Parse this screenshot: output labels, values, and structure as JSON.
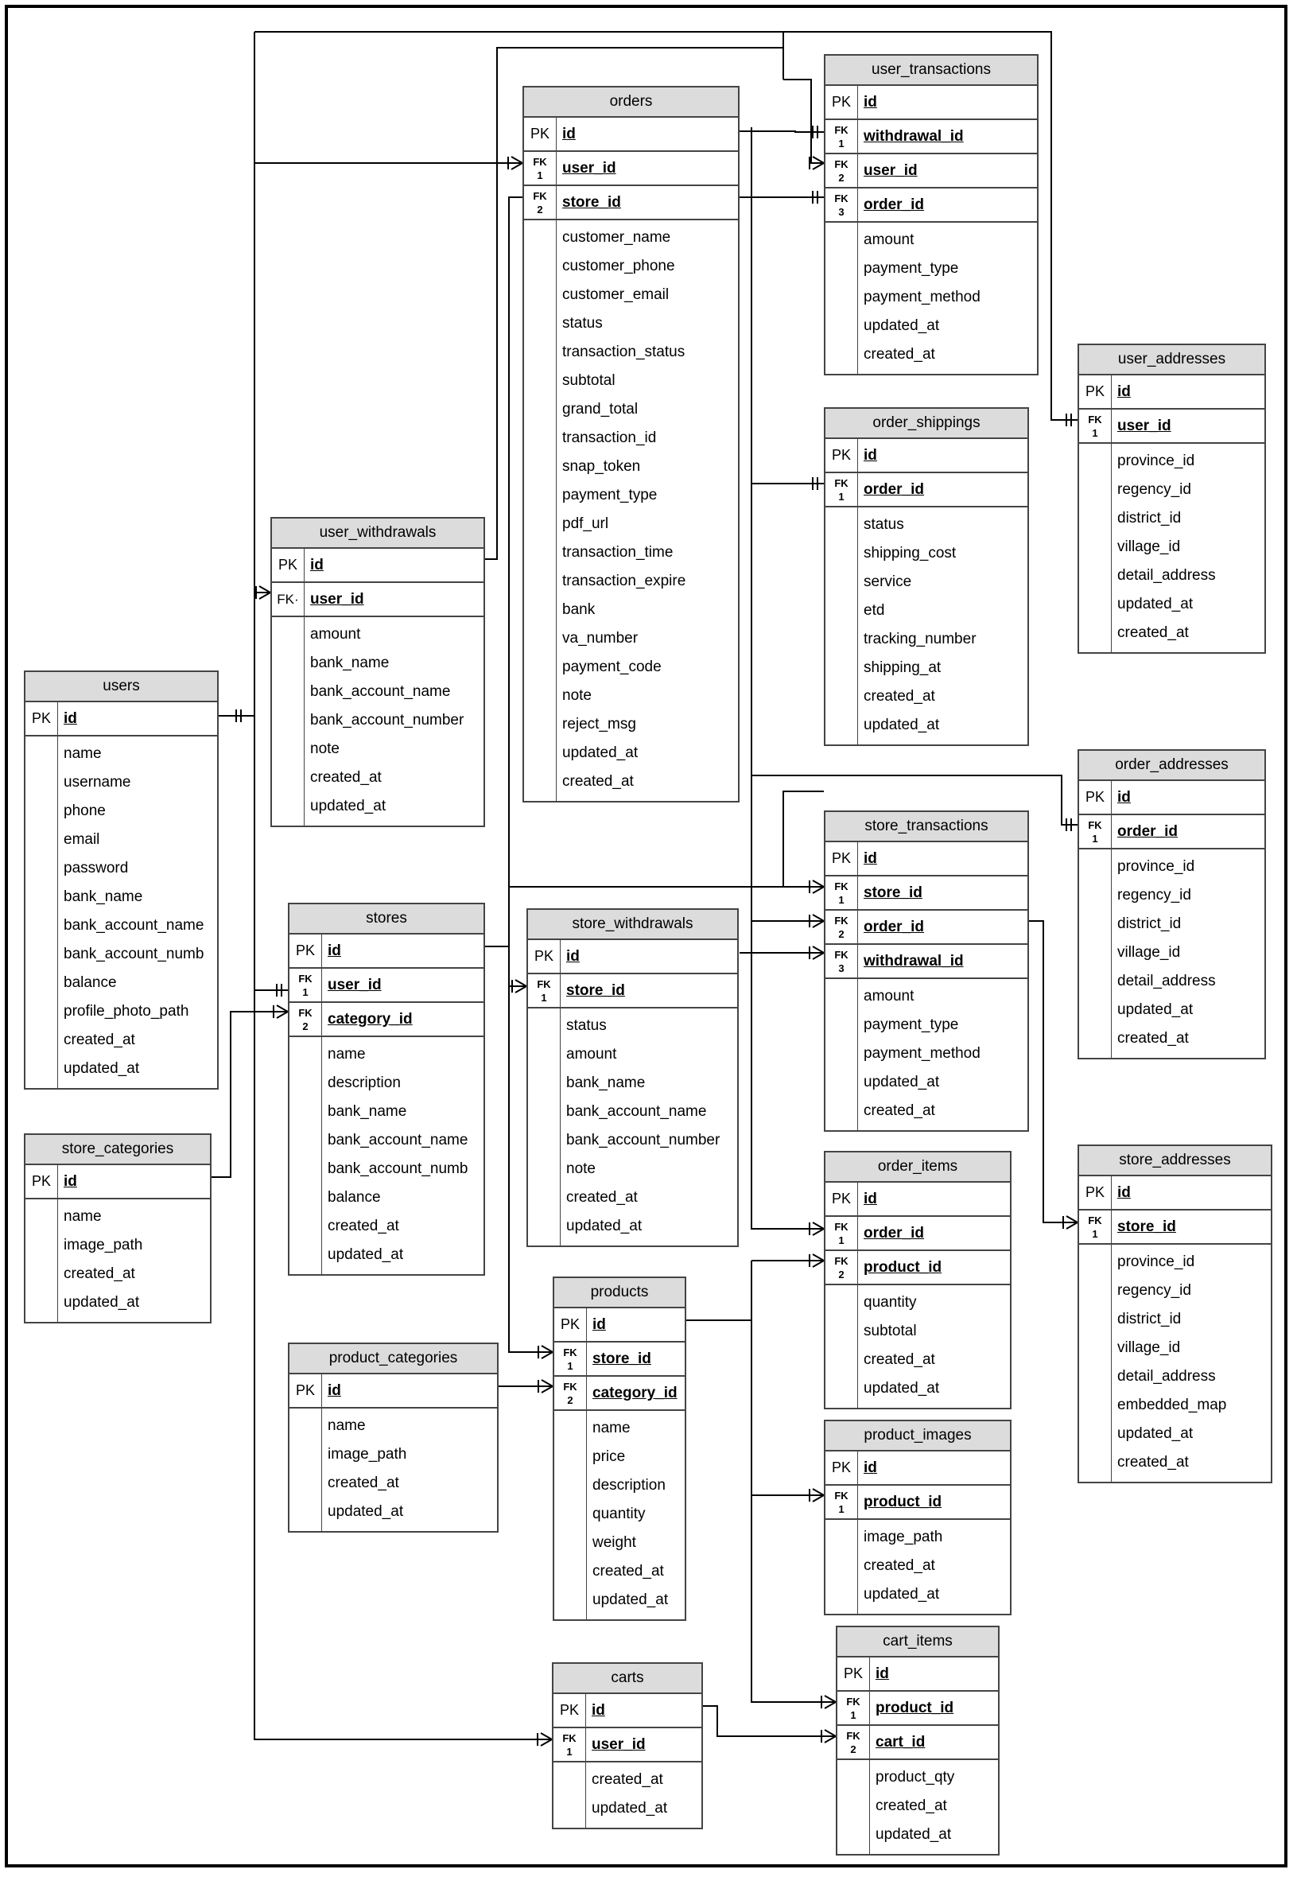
{
  "tables": [
    {
      "name": "orders",
      "fields": [
        [
          "PK",
          "id"
        ],
        [
          "FK\n1",
          "user_id"
        ],
        [
          "FK\n2",
          "store_id"
        ]
      ],
      "attrs": [
        "customer_name",
        "customer_phone",
        "customer_email",
        "status",
        "transaction_status",
        "subtotal",
        "grand_total",
        "transaction_id",
        "snap_token",
        "payment_type",
        "pdf_url",
        "transaction_time",
        "transaction_expire",
        "bank",
        "va_number",
        "payment_code",
        "note",
        "reject_msg",
        "updated_at",
        "created_at"
      ]
    },
    {
      "name": "user_transactions",
      "fields": [
        [
          "PK",
          "id"
        ],
        [
          "FK\n1",
          "withdrawal_id"
        ],
        [
          "FK\n2",
          "user_id"
        ],
        [
          "FK\n3",
          "order_id"
        ]
      ],
      "attrs": [
        "amount",
        "payment_type",
        "payment_method",
        "updated_at",
        "created_at"
      ]
    },
    {
      "name": "user_addresses",
      "fields": [
        [
          "PK",
          "id"
        ],
        [
          "FK\n1",
          "user_id"
        ]
      ],
      "attrs": [
        "province_id",
        "regency_id",
        "district_id",
        "village_id",
        "detail_address",
        "updated_at",
        "created_at"
      ]
    },
    {
      "name": "order_shippings",
      "fields": [
        [
          "PK",
          "id"
        ],
        [
          "FK\n1",
          "order_id"
        ]
      ],
      "attrs": [
        "status",
        "shipping_cost",
        "service",
        "etd",
        "tracking_number",
        "shipping_at",
        "created_at",
        "updated_at"
      ]
    },
    {
      "name": "user_withdrawals",
      "fields": [
        [
          "PK",
          "id"
        ],
        [
          "FK·",
          "user_id"
        ]
      ],
      "attrs": [
        "amount",
        "bank_name",
        "bank_account_name",
        "bank_account_number",
        "note",
        "created_at",
        "updated_at"
      ]
    },
    {
      "name": "users",
      "fields": [
        [
          "PK",
          "id"
        ]
      ],
      "attrs": [
        "name",
        "username",
        "phone",
        "email",
        "password",
        "bank_name",
        "bank_account_name",
        "bank_account_numb",
        "balance",
        "profile_photo_path",
        "created_at",
        "updated_at"
      ]
    },
    {
      "name": "order_addresses",
      "fields": [
        [
          "PK",
          "id"
        ],
        [
          "FK\n1",
          "order_id"
        ]
      ],
      "attrs": [
        "province_id",
        "regency_id",
        "district_id",
        "village_id",
        "detail_address",
        "updated_at",
        "created_at"
      ]
    },
    {
      "name": "store_transactions",
      "fields": [
        [
          "PK",
          "id"
        ],
        [
          "FK\n1",
          "store_id"
        ],
        [
          "FK\n2",
          "order_id"
        ],
        [
          "FK\n3",
          "withdrawal_id"
        ]
      ],
      "attrs": [
        "amount",
        "payment_type",
        "payment_method",
        "updated_at",
        "created_at"
      ]
    },
    {
      "name": "stores",
      "fields": [
        [
          "PK",
          "id"
        ],
        [
          "FK\n1",
          "user_id"
        ],
        [
          "FK\n2",
          "category_id"
        ]
      ],
      "attrs": [
        "name",
        "description",
        "bank_name",
        "bank_account_name",
        "bank_account_numb",
        "balance",
        "created_at",
        "updated_at"
      ]
    },
    {
      "name": "store_withdrawals",
      "fields": [
        [
          "PK",
          "id"
        ],
        [
          "FK\n1",
          "store_id"
        ]
      ],
      "attrs": [
        "status",
        "amount",
        "bank_name",
        "bank_account_name",
        "bank_account_number",
        "note",
        "created_at",
        "updated_at"
      ]
    },
    {
      "name": "store_categories",
      "fields": [
        [
          "PK",
          "id"
        ]
      ],
      "attrs": [
        "name",
        "image_path",
        "created_at",
        "updated_at"
      ]
    },
    {
      "name": "order_items",
      "fields": [
        [
          "PK",
          "id"
        ],
        [
          "FK\n1",
          "order_id"
        ],
        [
          "FK\n2",
          "product_id"
        ]
      ],
      "attrs": [
        "quantity",
        "subtotal",
        "created_at",
        "updated_at"
      ]
    },
    {
      "name": "store_addresses",
      "fields": [
        [
          "PK",
          "id"
        ],
        [
          "FK\n1",
          "store_id"
        ]
      ],
      "attrs": [
        "province_id",
        "regency_id",
        "district_id",
        "village_id",
        "detail_address",
        "embedded_map",
        "updated_at",
        "created_at"
      ]
    },
    {
      "name": "products",
      "fields": [
        [
          "PK",
          "id"
        ],
        [
          "FK\n1",
          "store_id"
        ],
        [
          "FK\n2",
          "category_id"
        ]
      ],
      "attrs": [
        "name",
        "price",
        "description",
        "quantity",
        "weight",
        "created_at",
        "updated_at"
      ]
    },
    {
      "name": "product_categories",
      "fields": [
        [
          "PK",
          "id"
        ]
      ],
      "attrs": [
        "name",
        "image_path",
        "created_at",
        "updated_at"
      ]
    },
    {
      "name": "product_images",
      "fields": [
        [
          "PK",
          "id"
        ],
        [
          "FK\n1",
          "product_id"
        ]
      ],
      "attrs": [
        "image_path",
        "created_at",
        "updated_at"
      ]
    },
    {
      "name": "cart_items",
      "fields": [
        [
          "PK",
          "id"
        ],
        [
          "FK\n1",
          "product_id"
        ],
        [
          "FK\n2",
          "cart_id"
        ]
      ],
      "attrs": [
        "product_qty",
        "created_at",
        "updated_at"
      ]
    },
    {
      "name": "carts",
      "fields": [
        [
          "PK",
          "id"
        ],
        [
          "FK\n1",
          "user_id"
        ]
      ],
      "attrs": [
        "created_at",
        "updated_at"
      ]
    }
  ]
}
